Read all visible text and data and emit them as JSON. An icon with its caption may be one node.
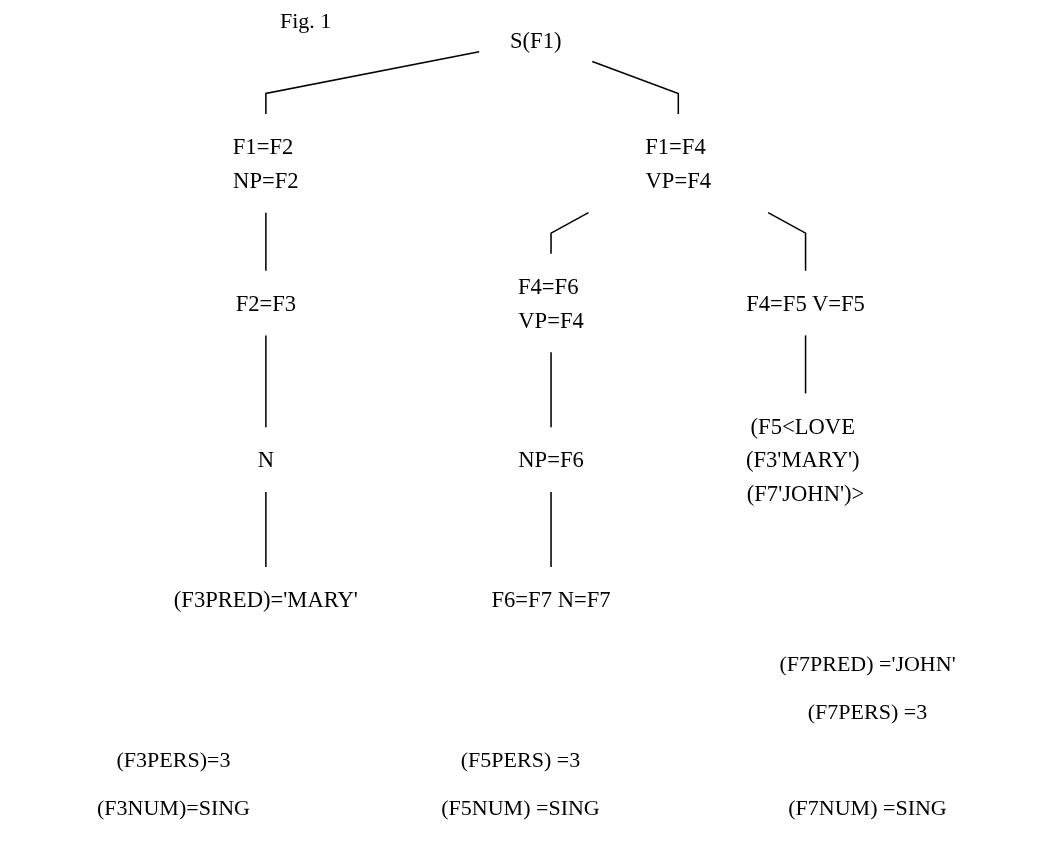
{
  "diagram": {
    "title": "Fig. 1",
    "nodes": [
      {
        "text": [
          "S(F1)"
        ]
      },
      {
        "text": [
          "F1=F4 VP=F4"
        ]
      },
      {
        "text": [
          "F1=F2 NP=F2"
        ]
      },
      {
        "text": [
          "F4=F5 V=F5"
        ]
      },
      {
        "text": [
          "F4=F6 VP=F4"
        ]
      },
      {
        "text": [
          "F2=F3"
        ]
      },
      {
        "text": [
          "NP=F6"
        ]
      },
      {
        "text": [
          "N"
        ]
      },
      {
        "text": [
          "F6=F7 N=F7"
        ]
      },
      {
        "text": [
          "(F3PRED)='MARY'"
        ]
      },
      {
        "text": [
          "(F5<LOVE (F3'MARY') (F7'JOHN')>"
        ]
      }
    ],
    "edges": [
      {
        "from": 0,
        "to": 2,
        "arrow": "none"
      },
      {
        "from": 0,
        "to": 1,
        "arrow": "none"
      },
      {
        "from": 2,
        "to": 5,
        "arrow": "none"
      },
      {
        "from": 5,
        "to": 7,
        "arrow": "none"
      },
      {
        "from": 7,
        "to": 9,
        "arrow": "none"
      },
      {
        "from": 1,
        "to": 3,
        "arrow": "none"
      },
      {
        "from": 1,
        "to": 4,
        "arrow": "none"
      },
      {
        "from": 3,
        "to": 10,
        "arrow": "none"
      },
      {
        "from": 4,
        "to": 6,
        "arrow": "none"
      },
      {
        "from": 6,
        "to": 8,
        "arrow": "none"
      }
    ],
    "labels": [
      "(F7PRED) ='JOHN'",
      "(F7PERS) =3",
      "(F3PERS)=3",
      "(F5PERS) =3",
      "(F3NUM)=SING",
      "(F5NUM) =SING",
      "(F7NUM) =SING"
    ]
  }
}
